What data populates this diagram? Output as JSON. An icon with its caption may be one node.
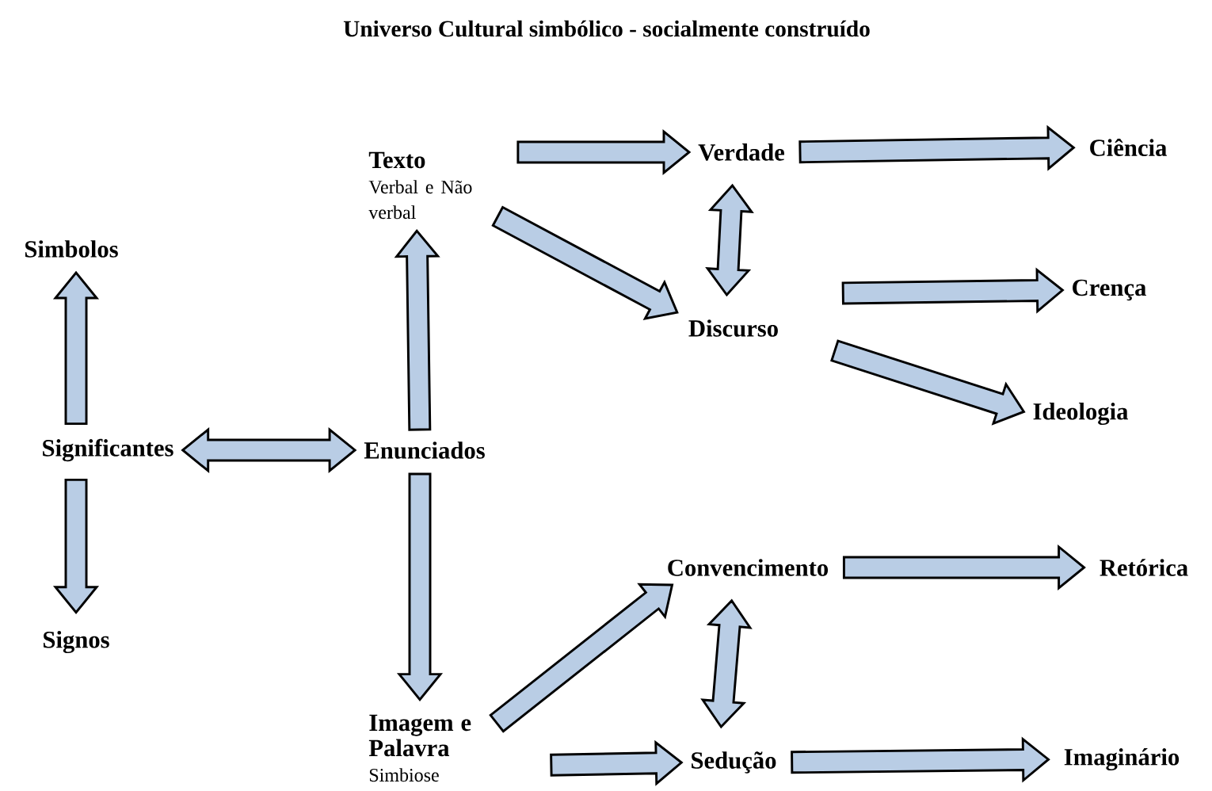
{
  "diagram": {
    "title": "Universo Cultural simbólico - socialmente construído",
    "nodes": [
      {
        "text": [
          "Texto",
          "Verbal e Não verbal"
        ]
      },
      {
        "text": [
          "Verdade"
        ]
      },
      {
        "text": [
          "Ciência"
        ]
      },
      {
        "text": [
          "Simbolos"
        ]
      },
      {
        "text": [
          "Discurso"
        ]
      },
      {
        "text": [
          "Crença"
        ]
      },
      {
        "text": [
          "Ideologia"
        ]
      },
      {
        "text": [
          "Significantes"
        ]
      },
      {
        "text": [
          "Enunciados"
        ]
      },
      {
        "text": [
          "Convencimento"
        ]
      },
      {
        "text": [
          "Retórica"
        ]
      },
      {
        "text": [
          "Signos"
        ]
      },
      {
        "text": [
          "Imagem e Palavra",
          "Simbiose"
        ]
      },
      {
        "text": [
          "Sedução"
        ]
      },
      {
        "text": [
          "Imaginário"
        ]
      }
    ],
    "edges": [
      {
        "from": 0,
        "to": 1,
        "arrow": "to"
      },
      {
        "from": 1,
        "to": 2,
        "arrow": "to"
      },
      {
        "from": 1,
        "to": 4,
        "arrow": "both"
      },
      {
        "from": 0,
        "to": 4,
        "arrow": "to"
      },
      {
        "from": 4,
        "to": 5,
        "arrow": "to"
      },
      {
        "from": 4,
        "to": 6,
        "arrow": "to"
      },
      {
        "from": 7,
        "to": 3,
        "arrow": "to"
      },
      {
        "from": 7,
        "to": 8,
        "arrow": "both"
      },
      {
        "from": 7,
        "to": 11,
        "arrow": "to"
      },
      {
        "from": 8,
        "to": 0,
        "arrow": "to"
      },
      {
        "from": 8,
        "to": 12,
        "arrow": "to"
      },
      {
        "from": 12,
        "to": 9,
        "arrow": "to"
      },
      {
        "from": 12,
        "to": 13,
        "arrow": "to"
      },
      {
        "from": 9,
        "to": 13,
        "arrow": "both"
      },
      {
        "from": 9,
        "to": 10,
        "arrow": "to"
      },
      {
        "from": 13,
        "to": 14,
        "arrow": "to"
      }
    ]
  }
}
